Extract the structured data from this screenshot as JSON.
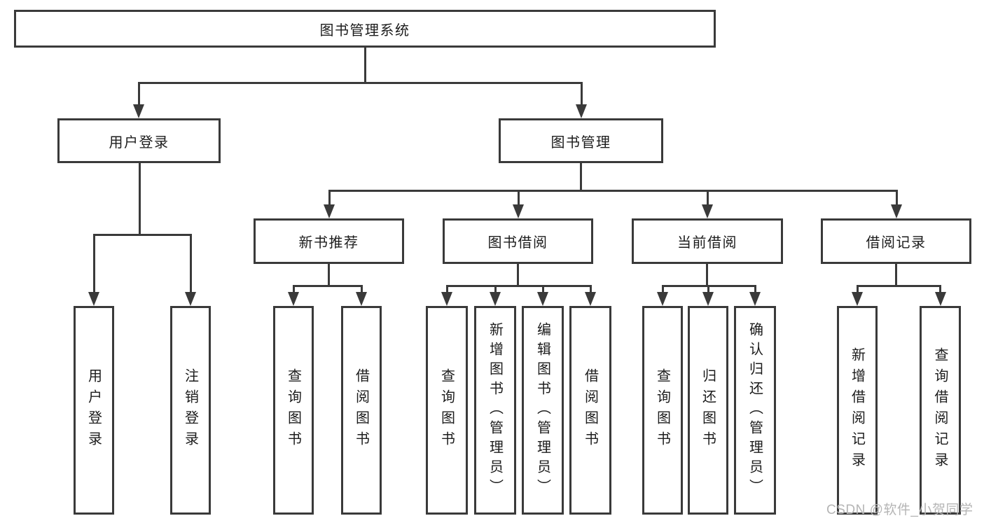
{
  "diagram": {
    "root": "图书管理系统",
    "level2": [
      "用户登录",
      "图书管理"
    ],
    "level3": [
      "新书推荐",
      "图书借阅",
      "当前借阅",
      "借阅记录"
    ],
    "leaves_user_login": [
      "用户登录",
      "注销登录"
    ],
    "leaves_new_book": [
      "查询图书",
      "借阅图书"
    ],
    "leaves_book_borrow": [
      "查询图书",
      "新增图书（管理员）",
      "编辑图书（管理员）",
      "借阅图书"
    ],
    "leaves_current_borrow": [
      "查询图书",
      "归还图书",
      "确认归还（管理员）"
    ],
    "leaves_borrow_record": [
      "新增借阅记录",
      "查询借阅记录"
    ]
  },
  "watermark": {
    "text": "CSDN @软件_小贺同学"
  },
  "colors": {
    "line": "#3a3a3a",
    "box_border": "#3a3a3a",
    "text": "#1c1c1c",
    "watermark": "#b5b5b5",
    "background": "#ffffff"
  }
}
